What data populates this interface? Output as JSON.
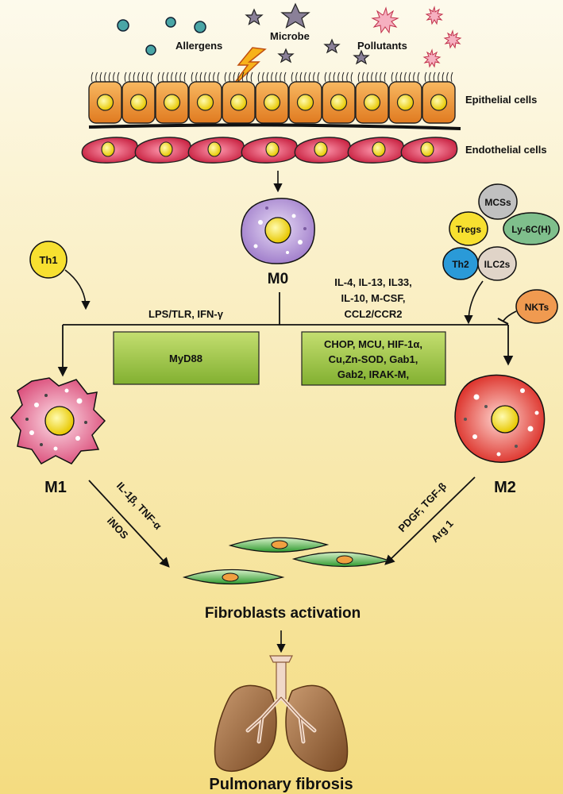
{
  "environment": {
    "allergens": "Allergens",
    "microbe": "Microbe",
    "pollutants": "Pollutants",
    "epithelial_cells": "Epithelial cells",
    "endothelial_cells": "Endothelial cells"
  },
  "cells": {
    "m0": "M0",
    "m1": "M1",
    "m2": "M2",
    "th1": "Th1",
    "mcss": "MCSs",
    "tregs": "Tregs",
    "ly6c": "Ly-6C(H)",
    "th2": "Th2",
    "ilc2s": "ILC2s",
    "nkts": "NKTs"
  },
  "m1_pathway": {
    "signals": "LPS/TLR, IFN-γ",
    "box": "MyD88"
  },
  "m2_pathway": {
    "signals": [
      "IL-4, IL-13, IL33,",
      "IL-10, M-CSF,",
      "CCL2/CCR2"
    ],
    "box": [
      "CHOP, MCU, HIF-1α,",
      "Cu,Zn-SOD, Gab1,",
      "Gab2, IRAK-M,"
    ]
  },
  "m1_products": [
    "IL-1β, TNF-α",
    "iNOS"
  ],
  "m2_products": [
    "PDGF, TGF-β",
    "Arg 1"
  ],
  "outcomes": {
    "fibroblasts": "Fibroblasts activation",
    "pulmonary": "Pulmonary fibrosis"
  },
  "colors": {
    "background_top": "#fbf6dc",
    "background_bottom": "#f5df84",
    "epithelial": "#f0a040",
    "endothelial": "#d8204a",
    "m0": "#b898d8",
    "m1": "#e86a8a",
    "m2": "#e83028",
    "box_green": "#9cc646",
    "nucleus": "#f5e82a",
    "fibroblast": "#3aa03a",
    "lung": "#a87850"
  }
}
